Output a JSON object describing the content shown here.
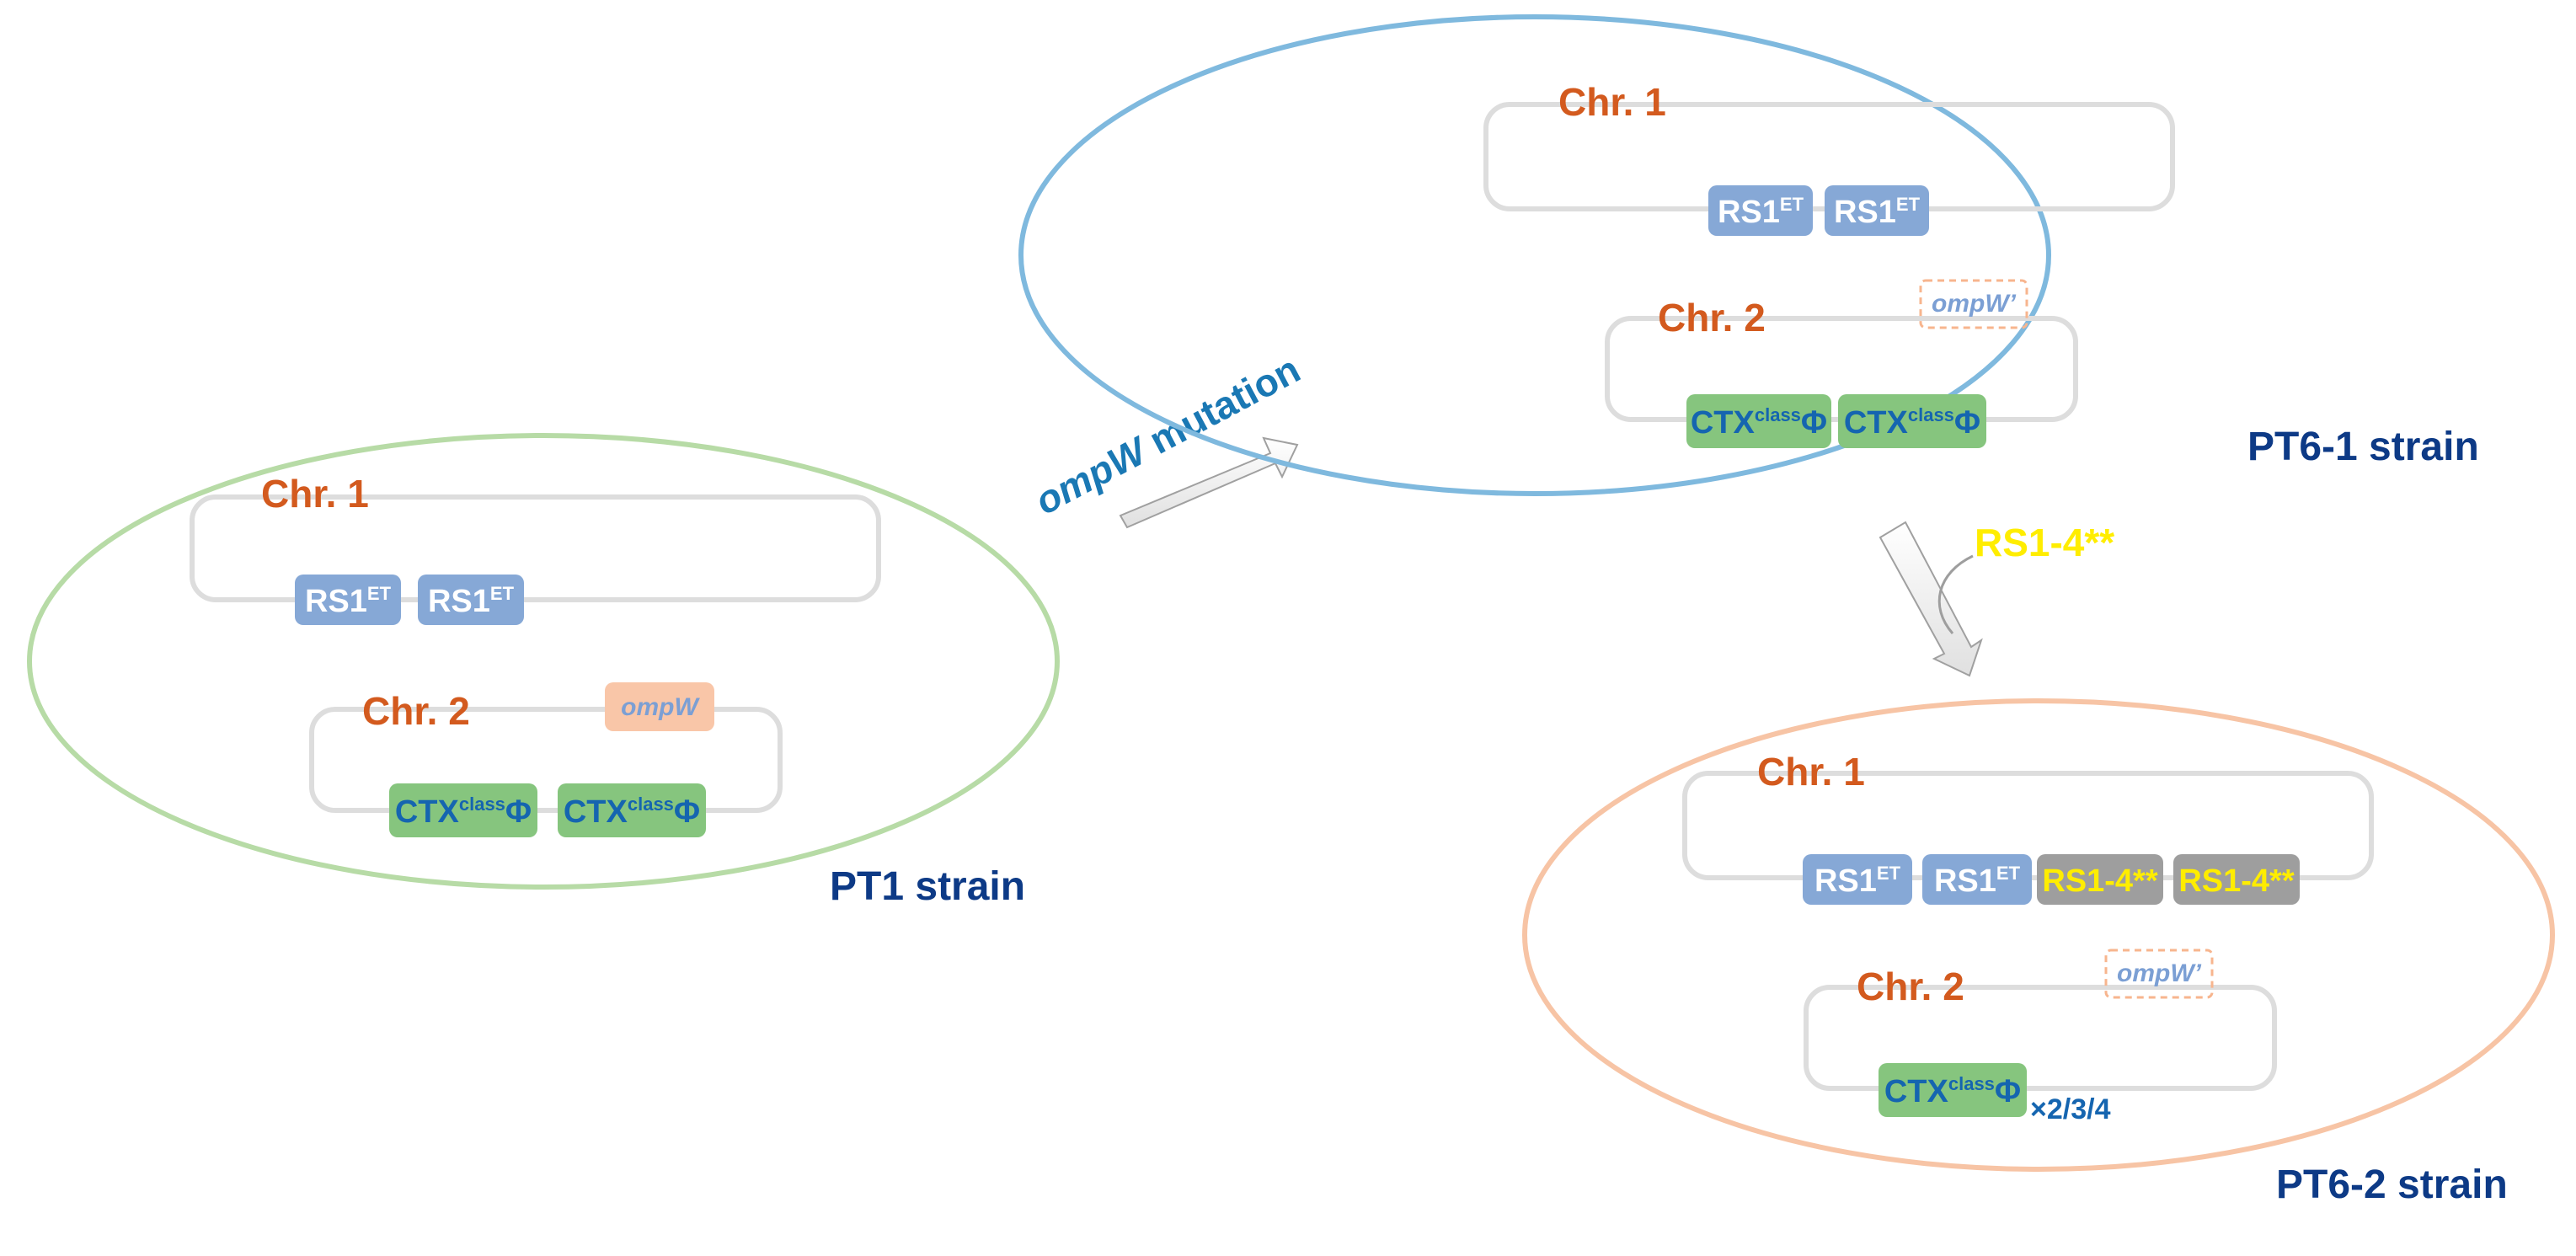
{
  "labels": {
    "chr1": "Chr. 1",
    "chr2": "Chr. 2",
    "rs1_base": "RS1",
    "rs1_sup": "ET",
    "ctx_base": "CTX",
    "ctx_sup": "class",
    "ctx_phi": "Φ",
    "rs14": "RS1-4**",
    "ompW": "ompW",
    "ompW_mut": "ompW’",
    "multiplier": "×2/3/4"
  },
  "strains": {
    "pt1": "PT1 strain",
    "pt6_1": "PT6-1 strain",
    "pt6_2": "PT6-2 strain"
  },
  "arrows": {
    "mutation_italic": "ompW",
    "mutation_rest": " mutation",
    "insertion": "RS1-4**"
  },
  "colors": {
    "pt1_cell": "#b7dba6",
    "pt6_1_cell": "#7fb9de",
    "pt6_2_cell": "#f7c4a5",
    "chromosome": "#dddddd",
    "rs1_block": "#86a8d6",
    "ctx_block": "#86c57e",
    "rs14_block": "#9e9e9e",
    "ompW_block": "#f9c6a8",
    "chr_label": "#d35a1e",
    "strain_label": "#0d3a86"
  }
}
